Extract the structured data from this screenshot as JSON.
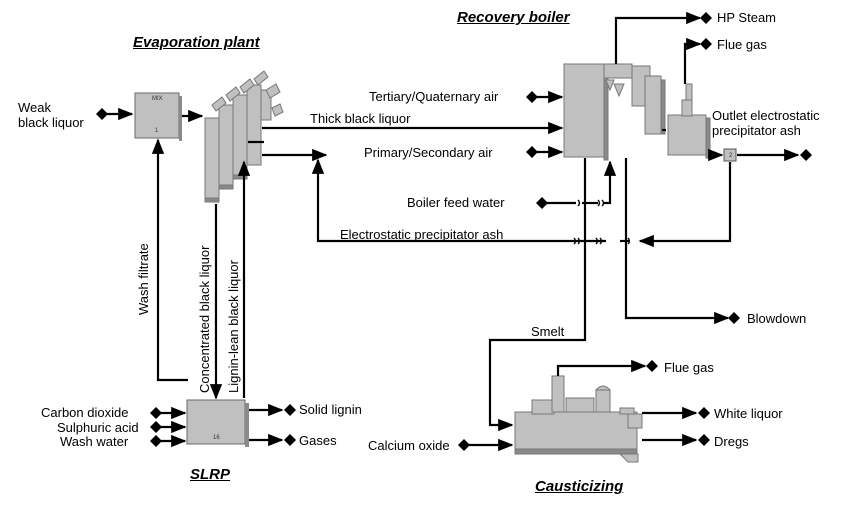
{
  "sections": {
    "recovery_boiler": "Recovery boiler",
    "evaporation_plant": "Evaporation plant",
    "slrp": "SLRP",
    "causticizing": "Causticizing"
  },
  "labels": {
    "hp_steam": "HP Steam",
    "flue_gas_top": "Flue gas",
    "weak_black_liquor": "Weak\nblack liquor",
    "tertiary_air": "Tertiary/Quaternary air",
    "thick_black_liquor": "Thick black liquor",
    "outlet_esp_ash": "Outlet electrostatic\nprecipitator ash",
    "primary_air": "Primary/Secondary air",
    "boiler_feed_water": "Boiler feed water",
    "esp_ash": "Electrostatic precipitator ash",
    "wash_filtrate": "Wash filtrate",
    "concentrated_bl": "Concentrated black liquor",
    "lignin_lean_bl": "Lignin-lean black liquor",
    "blowdown": "Blowdown",
    "smelt": "Smelt",
    "flue_gas_caust": "Flue gas",
    "solid_lignin": "Solid lignin",
    "carbon_dioxide": "Carbon dioxide",
    "sulphuric_acid": "Sulphuric acid",
    "wash_water": "Wash water",
    "gases": "Gases",
    "white_liquor": "White liquor",
    "calcium_oxide": "Calcium oxide",
    "dregs": "Dregs"
  },
  "blocks": {
    "mix_tag": "MIX",
    "mix_num": "1",
    "slrp_num": "16",
    "splitter_num": "2"
  },
  "colors": {
    "unit_fill": "#c0c0c0",
    "unit_shadow": "#808080",
    "line": "#000000"
  }
}
